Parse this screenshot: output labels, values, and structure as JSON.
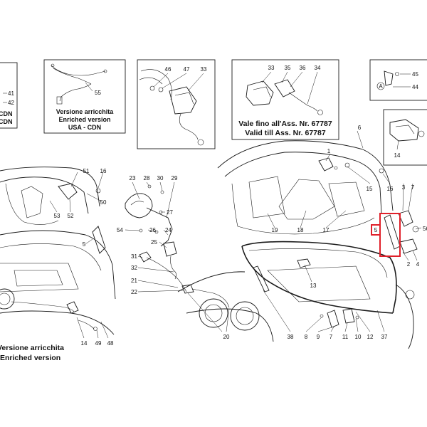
{
  "captions": {
    "top_left_suffix_1": "CDN",
    "top_left_suffix_2": "CDN",
    "usa_l1": "Versione arricchita",
    "usa_l2": "Enriched version",
    "usa_l3": "USA - CDN",
    "valid_l1": "Vale fino all'Ass. Nr. 67787",
    "valid_l2": "Valid till Ass. Nr. 67787",
    "enriched_l1": "Versione arricchita",
    "enriched_l2": "Enriched version",
    "circle_a": "A"
  },
  "labels": {
    "n41": "41",
    "n42": "42",
    "n55": "55",
    "n46": "46",
    "n47": "47",
    "n33a": "33",
    "n33b": "33",
    "n35": "35",
    "n36": "36",
    "n34": "34",
    "n45": "45",
    "n44": "44",
    "n14a": "14",
    "n6": "6",
    "n51": "51",
    "n16a": "16",
    "n50": "50",
    "n53": "53",
    "n52": "52",
    "n5a": "5",
    "n23": "23",
    "n28": "28",
    "n30": "30",
    "n29": "29",
    "n27": "27",
    "n54": "54",
    "n26": "26",
    "n24": "24",
    "n25": "25",
    "n31": "31",
    "n32": "32",
    "n21": "21",
    "n22": "22",
    "n20": "20",
    "n1": "1",
    "n15": "15",
    "n16b": "16",
    "n3": "3",
    "n7a": "7",
    "n19": "19",
    "n18": "18",
    "n17": "17",
    "n5b": "5",
    "n56": "56",
    "n2": "2",
    "n4": "4",
    "n13": "13",
    "n38": "38",
    "n8": "8",
    "n9": "9",
    "n7b": "7",
    "n11": "11",
    "n10": "10",
    "n12": "12",
    "n37": "37",
    "n14b": "14",
    "n49": "49",
    "n48": "48"
  },
  "colors": {
    "highlight": "#e0202a",
    "line": "#1a1a1a",
    "background": "#ffffff"
  }
}
